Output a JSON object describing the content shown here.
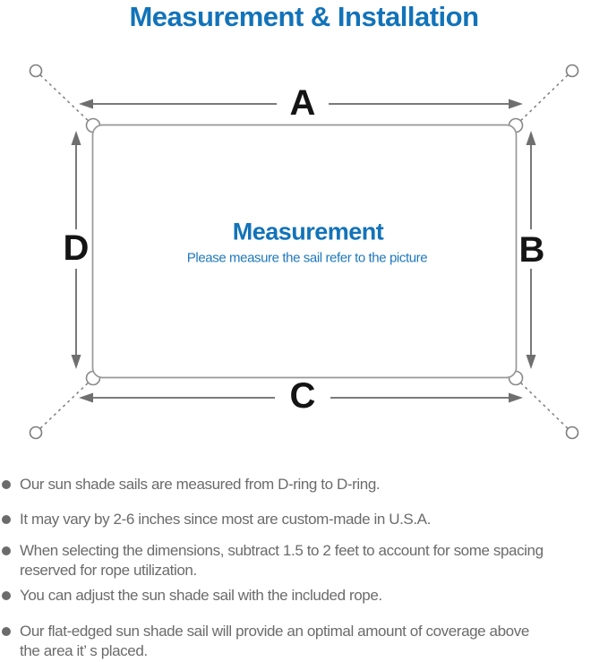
{
  "title": "Measurement & Installation",
  "diagram": {
    "heading": "Measurement",
    "subheading": "Please measure the sail refer to the picture",
    "labels": {
      "top": "A",
      "right": "B",
      "bottom": "C",
      "left": "D"
    },
    "colors": {
      "accent_blue": "#1273b9",
      "body_text_gray": "#6b6b6b",
      "sail_outline_gray": "#989898",
      "arrow_gray": "#7a7a7a",
      "dimension_label_black": "#141414"
    }
  },
  "bullets": {
    "items": [
      {
        "lines": [
          "Our sun shade sails are measured from D-ring to D-ring."
        ]
      },
      {
        "lines": [
          "It may vary by 2-6 inches since most are custom-made in U.S.A."
        ]
      },
      {
        "lines": [
          "When selecting the dimensions, subtract 1.5 to 2 feet to account for some spacing",
          "reserved for rope utilization."
        ]
      },
      {
        "lines": [
          "You can adjust the sun shade sail with the included rope."
        ]
      },
      {
        "lines": [
          "Our flat-edged sun shade sail will provide an optimal amount of coverage above",
          "the area it’ s placed."
        ]
      }
    ]
  }
}
